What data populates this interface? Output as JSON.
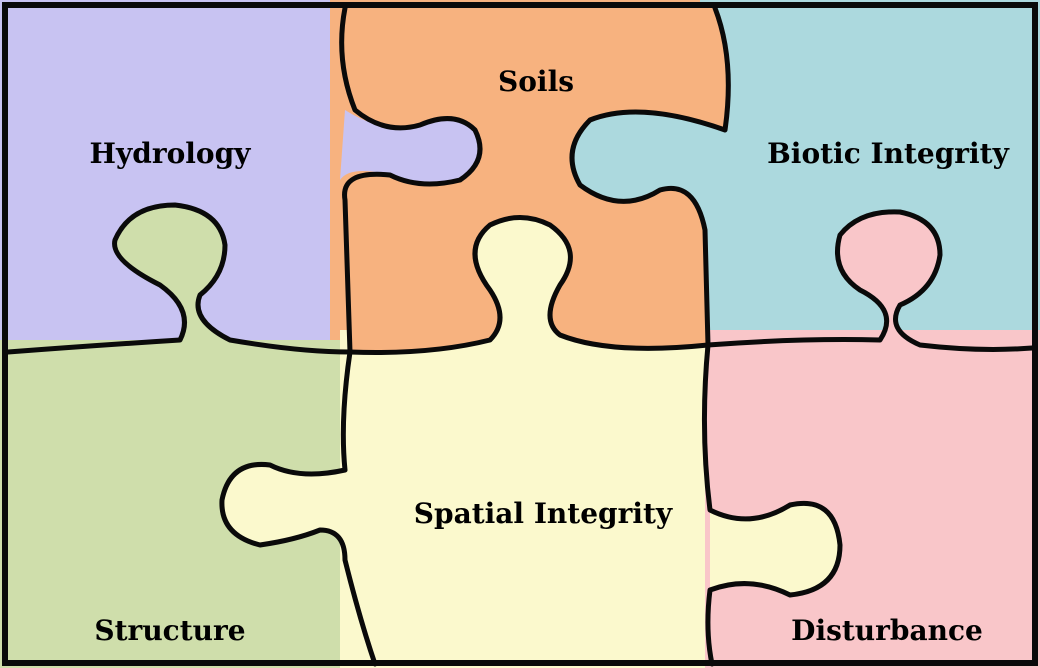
{
  "pieces": {
    "hydrology": {
      "label": "Hydrology",
      "color": "#c8c3f2"
    },
    "soils": {
      "label": "Soils",
      "color": "#f7b27f"
    },
    "biotic_integrity": {
      "label": "Biotic Integrity",
      "color": "#acd9de"
    },
    "structure": {
      "label": "Structure",
      "color": "#cfdeab"
    },
    "spatial_integrity": {
      "label": "Spatial Integrity",
      "color": "#fbf9cd"
    },
    "disturbance": {
      "label": "Disturbance",
      "color": "#f9c6c9"
    }
  }
}
